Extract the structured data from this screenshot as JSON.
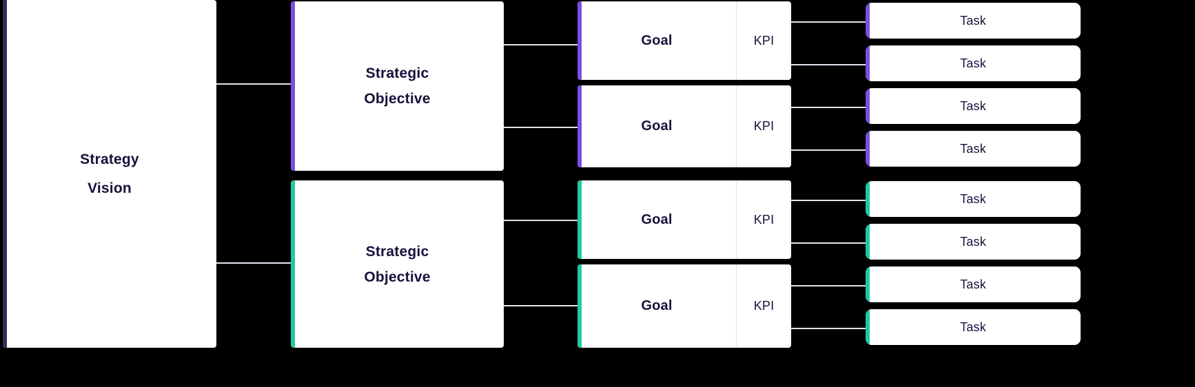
{
  "diagram": {
    "title_lines": [
      "Strategy",
      "Vision"
    ],
    "background_color": "#000000",
    "card_color": "#ffffff",
    "text_color": "#1b0f3b",
    "connector_color": "#e6e2f0",
    "accent_colors": {
      "navy": "#3a2a55",
      "purple": "#7b4fe0",
      "teal": "#1ec9a6"
    },
    "root": {
      "line1": "Strategy",
      "line2": "Vision",
      "accent": "navy"
    },
    "objectives": [
      {
        "line1": "Strategic",
        "line2": "Objective",
        "accent": "purple"
      },
      {
        "line1": "Strategic",
        "line2": "Objective",
        "accent": "teal"
      }
    ],
    "goals": [
      {
        "goal_label": "Goal",
        "kpi_label": "KPI",
        "accent": "purple"
      },
      {
        "goal_label": "Goal",
        "kpi_label": "KPI",
        "accent": "purple"
      },
      {
        "goal_label": "Goal",
        "kpi_label": "KPI",
        "accent": "teal"
      },
      {
        "goal_label": "Goal",
        "kpi_label": "KPI",
        "accent": "teal"
      }
    ],
    "tasks": [
      {
        "label": "Task",
        "accent": "purple"
      },
      {
        "label": "Task",
        "accent": "purple"
      },
      {
        "label": "Task",
        "accent": "purple"
      },
      {
        "label": "Task",
        "accent": "purple"
      },
      {
        "label": "Task",
        "accent": "teal"
      },
      {
        "label": "Task",
        "accent": "teal"
      },
      {
        "label": "Task",
        "accent": "teal"
      },
      {
        "label": "Task",
        "accent": "teal"
      }
    ]
  }
}
